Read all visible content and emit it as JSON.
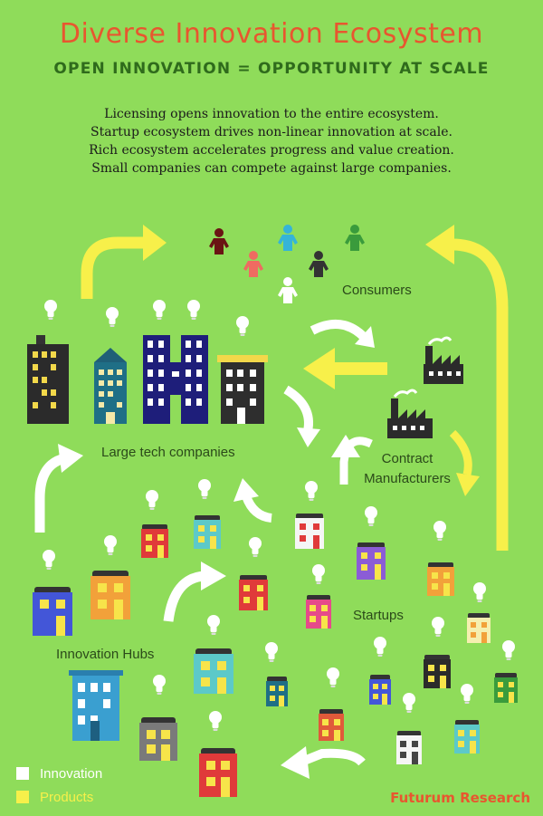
{
  "header": {
    "title": "Diverse Innovation Ecosystem",
    "subtitle": "OPEN INNOVATION = OPPORTUNITY AT SCALE",
    "description": [
      "Licensing opens innovation to the entire ecosystem.",
      "Startup ecosystem drives non-linear innovation at scale.",
      "Rich ecosystem accelerates progress and value creation.",
      "Small companies can compete against large companies."
    ]
  },
  "labels": {
    "consumers": "Consumers",
    "large_tech": "Large tech companies",
    "contract_line1": "Contract",
    "contract_line2": "Manufacturers",
    "startups": "Startups",
    "innovation_hubs": "Innovation Hubs"
  },
  "legend": {
    "innovation": "Innovation",
    "products": "Products"
  },
  "brand": "Futurum Research",
  "colors": {
    "background": "#8fdc5a",
    "title": "#e8562f",
    "subtitle": "#2f6b1c",
    "innovation": "#ffffff",
    "products": "#f7f04a"
  }
}
